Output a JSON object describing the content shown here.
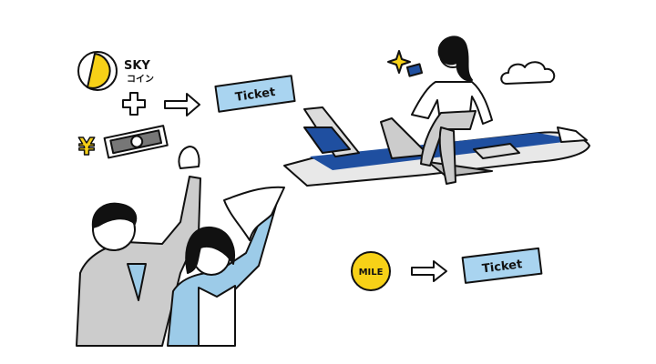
{
  "sky_coin": {
    "label_en": "SKY",
    "label_jp": "コイン"
  },
  "yen_symbol": "¥",
  "ticket_top": "Ticket",
  "mile_coin": "MILE",
  "ticket_bottom": "Ticket",
  "colors": {
    "yellow": "#f7d117",
    "ticket_blue": "#a9d4f0",
    "plane_blue": "#1f4fa0",
    "grey": "#c8c8c8",
    "sky_blue": "#9ccbe8"
  }
}
